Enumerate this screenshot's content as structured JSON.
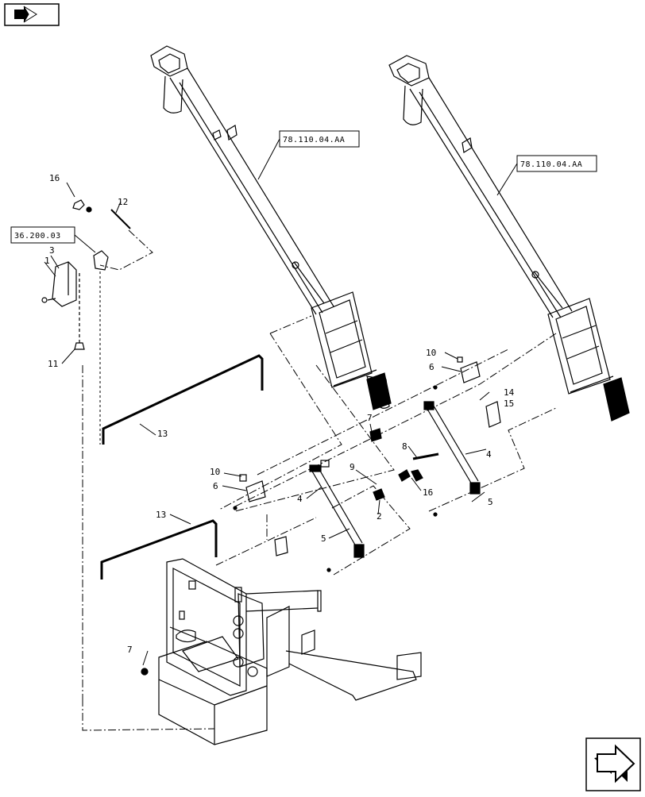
{
  "nav": {
    "prev_icon": "back-arrow-icon",
    "next_icon": "forward-arrow-icon"
  },
  "references": {
    "auger_left": "78.110.04.AA",
    "auger_right": "78.110.04.AA",
    "bracket": "36.200.03"
  },
  "callouts": {
    "c1": "1",
    "c2": "2",
    "c3": "3",
    "c4a": "4",
    "c4b": "4",
    "c5a": "5",
    "c5b": "5",
    "c6a": "6",
    "c6b": "6",
    "c7a": "7",
    "c7b": "7",
    "c8": "8",
    "c9": "9",
    "c10a": "10",
    "c10b": "10",
    "c11": "11",
    "c12": "12",
    "c13a": "13",
    "c13b": "13",
    "c14": "14",
    "c15": "15",
    "c16a": "16",
    "c16b": "16"
  },
  "colors": {
    "line": "#000000",
    "background": "#ffffff"
  }
}
